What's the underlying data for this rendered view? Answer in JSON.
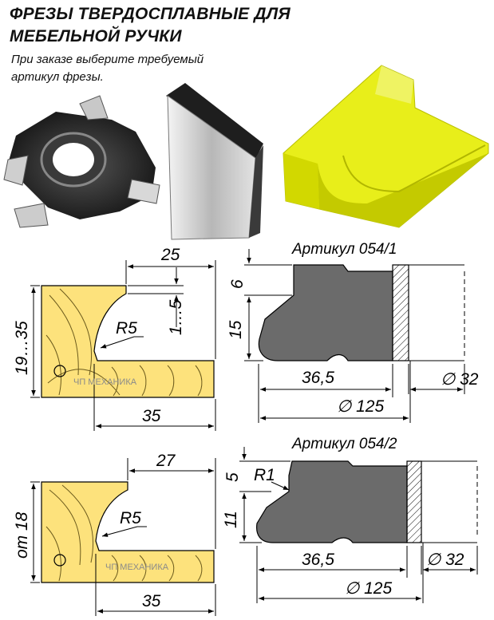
{
  "header": {
    "title_line1": "ФРЕЗЫ ТВЕРДОСПЛАВНЫЕ ДЛЯ",
    "title_line2": "МЕБЕЛЬНОЙ РУЧКИ",
    "note_line1": "При заказе выберите требуемый",
    "note_line2": "артикул фрезы."
  },
  "colors": {
    "profile_yellow": "#fde27c",
    "cutter_gray": "#6b6b6b",
    "render_yellow": "#e8ee1a",
    "line": "#000000"
  },
  "drawing1": {
    "article": "Артикул 054/1",
    "dim_top_width": "25",
    "dim_groove_depth": "1…5",
    "dim_radius": "R5",
    "dim_height": "19…35",
    "dim_bottom_width": "35",
    "dim_upper": "6",
    "dim_lower": "15",
    "dim_cut_width": "36,5",
    "dim_bore": "∅ 32",
    "dim_diameter": "∅ 125",
    "watermark": "ЧП МЕХАНИКА"
  },
  "drawing2": {
    "article": "Артикул 054/2",
    "dim_top_width": "27",
    "dim_radius": "R5",
    "dim_height": "от 18",
    "dim_bottom_width": "35",
    "dim_upper": "5",
    "dim_corner_radius": "R1",
    "dim_lower": "11",
    "dim_cut_width": "36,5",
    "dim_bore": "∅ 32",
    "dim_diameter": "∅ 125",
    "watermark": "ЧП МЕХАНИКА"
  },
  "images": [
    {
      "name": "carbide-cutter-photo"
    },
    {
      "name": "knife-blade-photo"
    },
    {
      "name": "handle-profile-render"
    }
  ]
}
